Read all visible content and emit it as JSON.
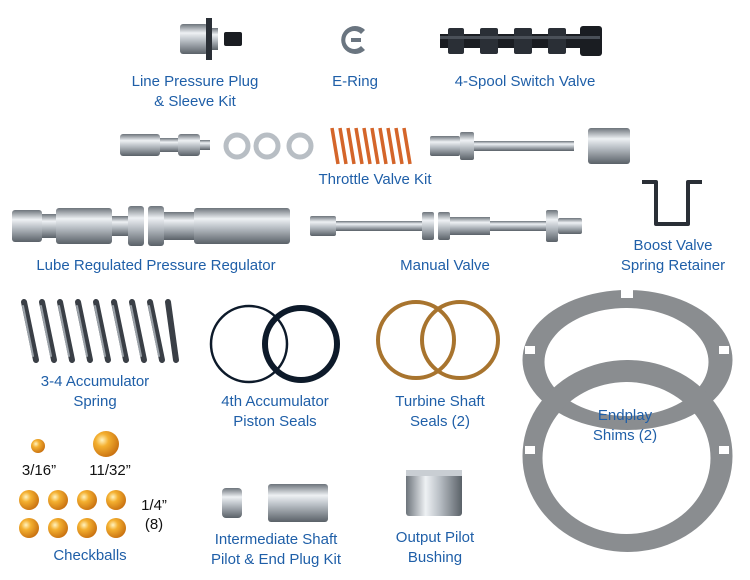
{
  "labels": {
    "line_pressure": [
      "Line Pressure Plug",
      "& Sleeve Kit"
    ],
    "e_ring": [
      "E-Ring"
    ],
    "four_spool": [
      "4-Spool Switch Valve"
    ],
    "throttle": [
      "Throttle Valve Kit"
    ],
    "lube": [
      "Lube Regulated Pressure Regulator"
    ],
    "manual": [
      "Manual Valve"
    ],
    "boost": [
      "Boost Valve",
      "Spring Retainer"
    ],
    "accum_spring": [
      "3-4 Accumulator",
      "Spring"
    ],
    "accum_seals": [
      "4th Accumulator",
      "Piston Seals"
    ],
    "turbine": [
      "Turbine Shaft",
      "Seals (2)"
    ],
    "endplay": [
      "Endplay",
      "Shims (2)"
    ],
    "checkballs": [
      "Checkballs"
    ],
    "intermediate": [
      "Intermediate Shaft",
      "Pilot & End Plug Kit"
    ],
    "output": [
      "Output Pilot",
      "Bushing"
    ]
  },
  "checkball_sizes": {
    "small": "3/16”",
    "medium": "11/32”",
    "large": [
      "1/4”",
      "(8)"
    ]
  },
  "colors": {
    "label": "#1f5fa8",
    "steel": "#9aa1a8",
    "spring_orange": "#d4652a",
    "ball_orange": "#f0a020",
    "seal_black": "#0d1a2a",
    "seal_brown": "#a8742e",
    "shim_grey": "#8a8d90"
  }
}
